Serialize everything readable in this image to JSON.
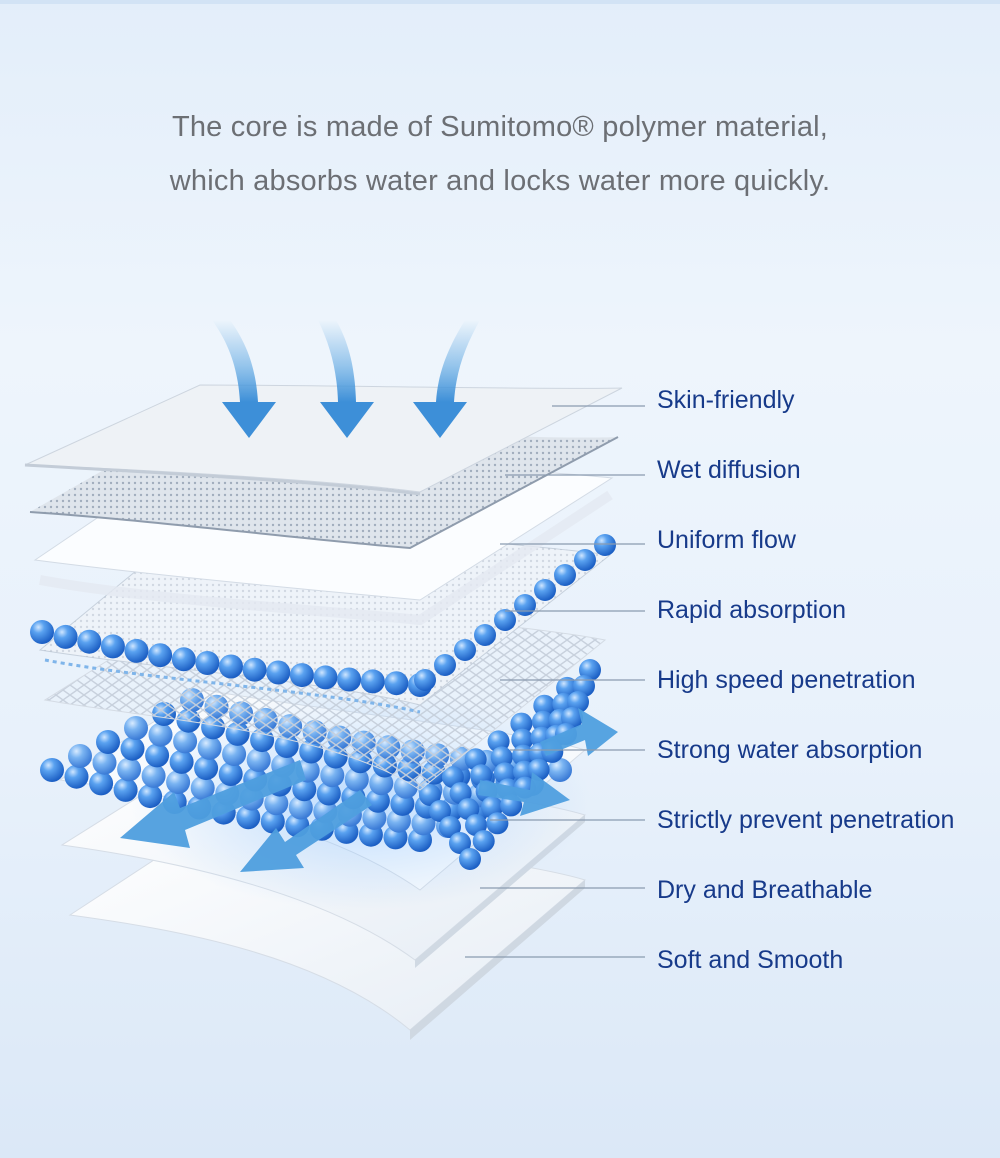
{
  "headline": {
    "line1": "The core is made of Sumitomo® polymer material,",
    "line2": "which absorbs water and locks water more quickly."
  },
  "layers": [
    {
      "label": "Skin-friendly"
    },
    {
      "label": "Wet diffusion"
    },
    {
      "label": "Uniform flow"
    },
    {
      "label": "Rapid absorption"
    },
    {
      "label": "High speed penetration"
    },
    {
      "label": "Strong water absorption"
    },
    {
      "label": "Strictly prevent penetration"
    },
    {
      "label": "Dry and Breathable"
    },
    {
      "label": "Soft and Smooth"
    }
  ],
  "colors": {
    "label_text": "#173a8a",
    "headline_text": "#6c6f74",
    "bead_blue": "#2f7fe0",
    "arrow_blue": "#4f9fdf",
    "sheet_white": "#ffffff"
  }
}
